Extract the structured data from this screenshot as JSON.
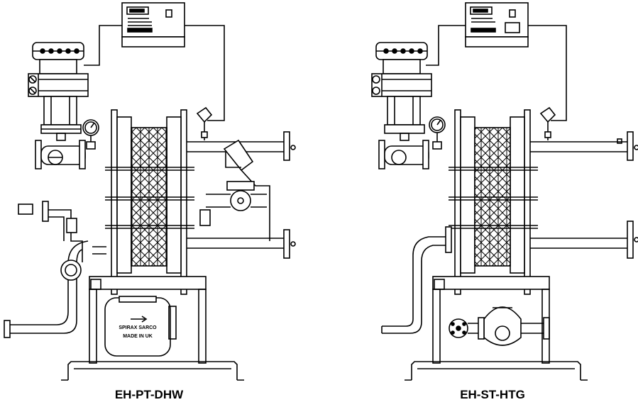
{
  "figures": [
    {
      "caption": "EH-PT-DHW",
      "trap_brand": "SPIRAX SARCO",
      "trap_origin": "MADE IN UK"
    },
    {
      "caption": "EH-ST-HTG"
    }
  ],
  "colors": {
    "ink": "#000000",
    "paper": "#ffffff"
  }
}
